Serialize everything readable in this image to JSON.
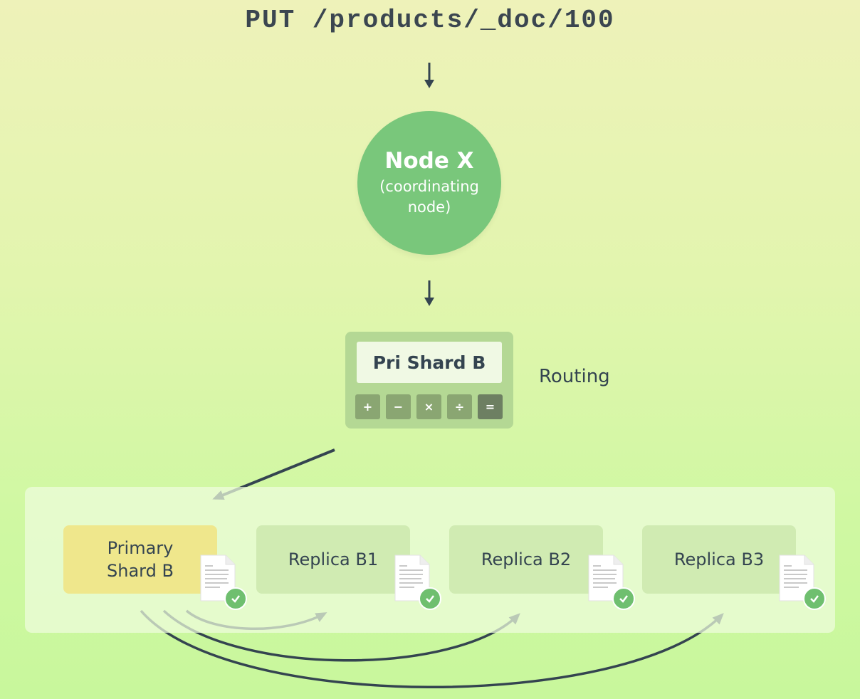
{
  "request": "PUT /products/_doc/100",
  "node": {
    "title": "Node X",
    "subtitle": "(coordinating node)"
  },
  "routing": {
    "display": "Pri Shard B",
    "label": "Routing",
    "keys": [
      "+",
      "−",
      "×",
      "÷",
      "="
    ]
  },
  "shards": [
    {
      "label": "Primary Shard B",
      "kind": "primary"
    },
    {
      "label": "Replica B1",
      "kind": "replica"
    },
    {
      "label": "Replica B2",
      "kind": "replica"
    },
    {
      "label": "Replica B3",
      "kind": "replica"
    }
  ],
  "colors": {
    "node": "#79c77b",
    "primary": "#efe78c",
    "replica": "#d0ebb2",
    "arrow": "#344450",
    "check": "#6fbf6f"
  }
}
